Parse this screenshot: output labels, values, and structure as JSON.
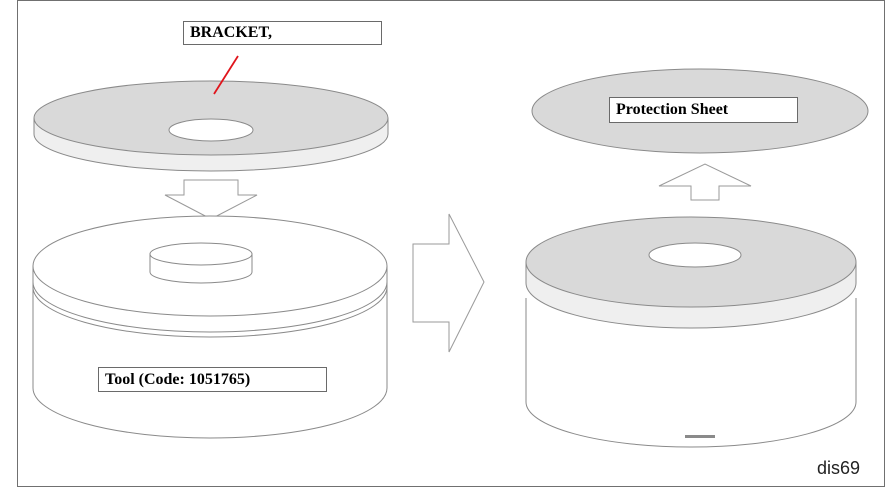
{
  "labels": {
    "bracket": "BRACKET,",
    "protection_sheet": "Protection Sheet",
    "tool": "Tool (Code: 1051765)"
  },
  "figure_code": "dis69",
  "colors": {
    "frame_border": "#707070",
    "disc_fill": "#d9d9d9",
    "disc_edge": "#efefef",
    "line": "#8a8a8a",
    "leader_line": "#e0151c",
    "arrow_fill": "#ffffff"
  }
}
